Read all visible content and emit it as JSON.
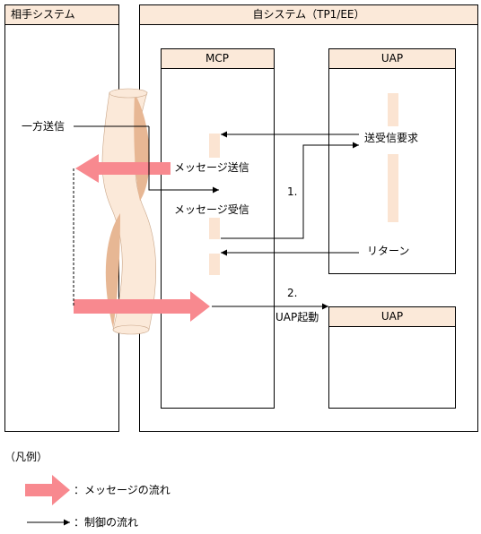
{
  "system": {
    "partner_label": "相手システム",
    "own_label": "自システム（TP1/EE）",
    "mcp_label": "MCP",
    "uap_top_label": "UAP",
    "uap_bottom_label": "UAP"
  },
  "labels": {
    "one_way_send": "一方送信",
    "send_recv_request": "送受信要求",
    "message_send": "メッセージ送信",
    "message_recv": "メッセージ受信",
    "step1": "1.",
    "return": "リターン",
    "step2": "2.",
    "uap_start": "UAP起動"
  },
  "legend": {
    "title": "（凡例）",
    "message_flow": "：メッセージの流れ",
    "control_flow": "：制御の流れ"
  },
  "colors": {
    "message_arrow": "#f8898f",
    "activity_bar": "#fbe4d2",
    "tube_light": "#fbe9d9",
    "tube_dark": "#e7b794",
    "header_fill": "#fbe9d9"
  }
}
